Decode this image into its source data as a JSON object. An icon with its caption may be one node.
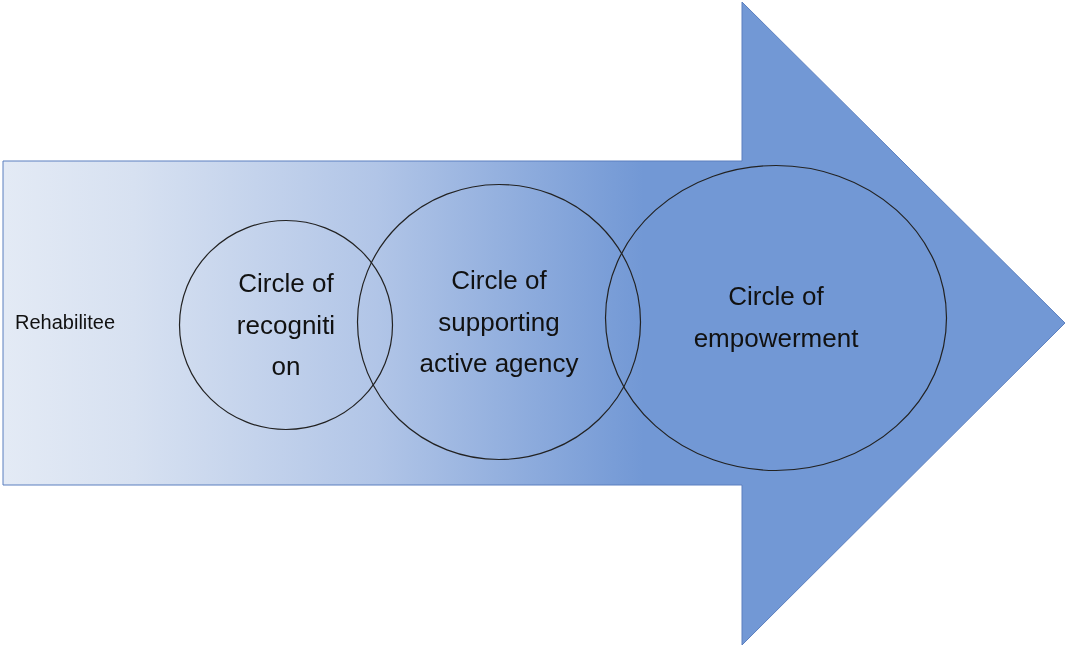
{
  "diagram": {
    "nodes": [
      {
        "text": [
          "Rehabilitee"
        ]
      },
      {
        "text": [
          "Circle of recogniti on"
        ],
        "in": 0
      },
      {
        "text": [
          "Circle of supporting active agency"
        ],
        "in": 0
      },
      {
        "text": [
          "Circle of empowerment"
        ],
        "in": 0
      }
    ]
  }
}
